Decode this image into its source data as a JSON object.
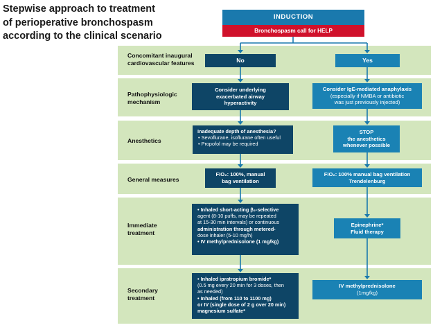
{
  "title": {
    "line1": "Stepwise approach to treatment",
    "line2": "of perioperative bronchospasm",
    "line3": "according to the clinical scenario"
  },
  "header": {
    "induction": "INDUCTION",
    "help": "Bronchospasm call for HELP"
  },
  "rows": {
    "features": {
      "label_line1": "Concomitant inaugural",
      "label_line2": "cardiovascular features",
      "no": "No",
      "yes": "Yes"
    },
    "pathophysiology": {
      "label_line1": "Pathophysiologic",
      "label_line2": "mechanism",
      "no_line1": "Consider underlying",
      "no_line2": "exacerbated airway",
      "no_line3": "hyperactivity",
      "yes_line1": "Consider IgE-mediated anaphylaxis",
      "yes_line2": "(especially if NMBA or antibiotic",
      "yes_line3": "was just previously injected)"
    },
    "anesthetics": {
      "label": "Anesthetics",
      "no_heading": "Inadequate depth of anesthesia?",
      "no_item1": "• Sevoflurane, isoflurane often useful",
      "no_item2": "• Propofol may be required",
      "yes_line1": "STOP",
      "yes_line2": "the anesthetics",
      "yes_line3": "whenever possible"
    },
    "general": {
      "label": "General measures",
      "no_line1": "FiO₂: 100%, manual",
      "no_line2": "bag ventilation",
      "yes_line1": "FiO₂: 100% manual bag ventilation",
      "yes_line2": "Trendelenburg"
    },
    "immediate": {
      "label_line1": "Immediate",
      "label_line2": "treatment",
      "no_l1": "• Inhaled short-acting β₂-selective",
      "no_l2": "agent (8-10 puffs, may be repeated",
      "no_l3": "at 15-30 min intervals) or continuous",
      "no_l4": "administration through metered-",
      "no_l5": "dose inhaler (5-10 mg/h)",
      "no_l6": "• IV methylprednisolone (1 mg/kg)",
      "yes_line1": "Epinephrine*",
      "yes_line2": "Fluid therapy"
    },
    "secondary": {
      "label_line1": "Secondary",
      "label_line2": "treatment",
      "no_l1": "• Inhaled ipratropium bromide*",
      "no_l2": "(0.5 mg every 20 min for 3 doses, then",
      "no_l3": "as needed)",
      "no_l4": "• Inhaled (from 110 to 1100 mg)",
      "no_l5": "or IV (single dose of 2 g over 20 min)",
      "no_l6": "magnesium sulfate*",
      "yes_line1": "IV methylprednisolone",
      "yes_line2": "(1mg/kg)"
    }
  },
  "colors": {
    "band": "#d3e6bd",
    "dark_box": "#0e4566",
    "light_box": "#1a82b4",
    "induction": "#1a79ad",
    "help": "#d0112b"
  }
}
